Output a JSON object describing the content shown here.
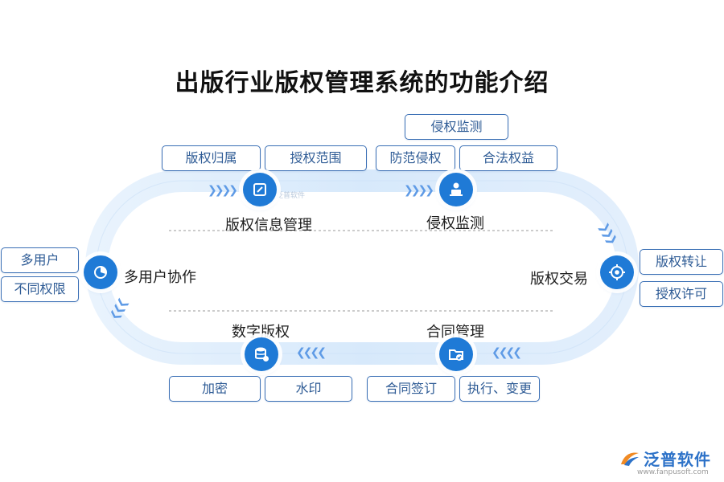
{
  "title": "出版行业版权管理系统的功能介绍",
  "nodes": {
    "copyright_info": {
      "label": "版权信息管理",
      "tags": [
        "版权归属",
        "授权范围"
      ]
    },
    "infringement_monitor": {
      "label": "侵权监测",
      "tags": [
        "侵权监测",
        "防范侵权",
        "合法权益"
      ]
    },
    "copyright_trade": {
      "label": "版权交易",
      "tags": [
        "版权转让",
        "授权许可"
      ]
    },
    "contract_mgmt": {
      "label": "合同管理",
      "tags": [
        "合同签订",
        "执行、变更"
      ]
    },
    "digital_copyright": {
      "label": "数字版权",
      "tags": [
        "加密",
        "水印"
      ]
    },
    "multi_user": {
      "label": "多用户协作",
      "tags": [
        "多用户",
        "不同权限"
      ]
    }
  },
  "watermark": "泛普软件",
  "brand": {
    "name": "泛普软件",
    "url": "www.fanpusoft.com"
  },
  "colors": {
    "node": "#1f7ad6",
    "tag_border": "#3a6fb5",
    "tag_text": "#2e5b95",
    "track": "#d6e8fa",
    "brand": "#2d72c8",
    "brand_accent": "#f08a24"
  }
}
